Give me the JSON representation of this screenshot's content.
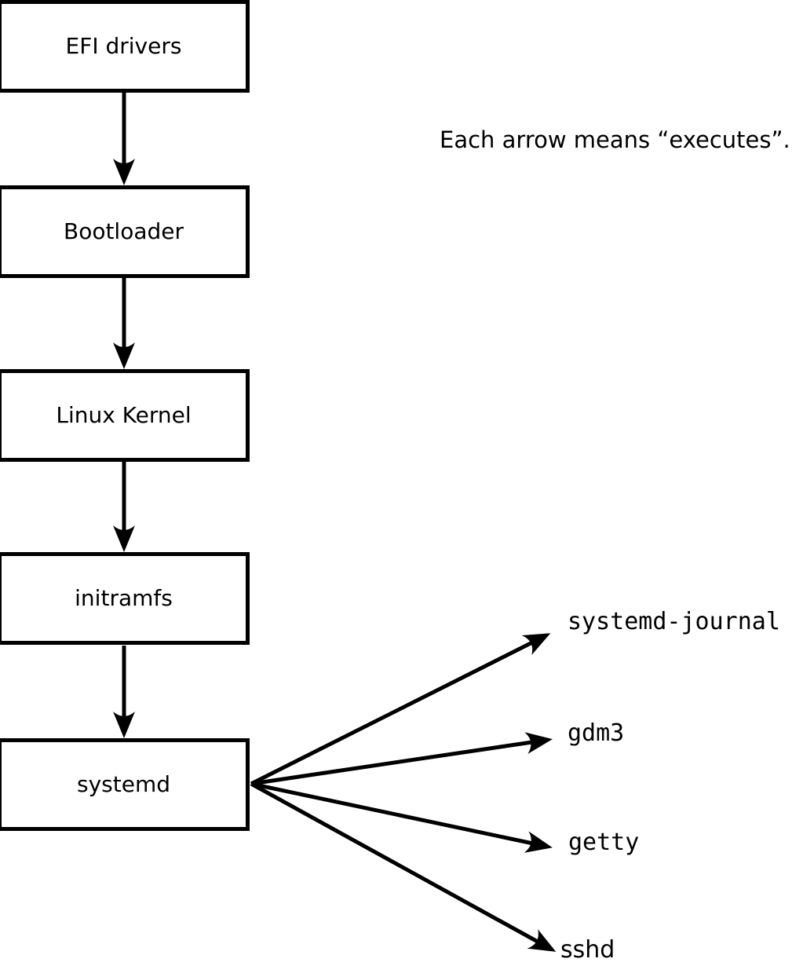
{
  "diagram": {
    "note": "Each arrow means “executes”.",
    "arrow_meaning": "executes",
    "boot_chain": [
      {
        "label": "EFI drivers"
      },
      {
        "label": "Bootloader"
      },
      {
        "label": "Linux Kernel"
      },
      {
        "label": "initramfs"
      },
      {
        "label": "systemd"
      }
    ],
    "spawned_services": [
      {
        "label": "systemd-journal"
      },
      {
        "label": "gdm3"
      },
      {
        "label": "getty"
      },
      {
        "label": "sshd"
      }
    ],
    "colors": {
      "ink": "#000000",
      "background": "#ffffff"
    }
  }
}
